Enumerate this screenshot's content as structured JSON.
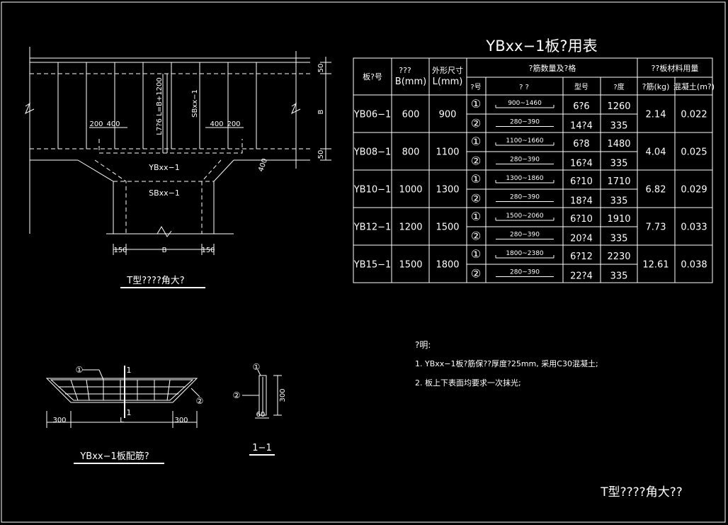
{
  "title": "YBxx−1板?用表",
  "table": {
    "headers": {
      "plate_no": "板?号",
      "b_top": "???",
      "b_bottom": "B(mm)",
      "l_top": "外形尺寸",
      "l_bottom": "L(mm)",
      "rebar_group": "?筋数量及?格",
      "rebar_no": "?号",
      "rebar_shape": "?  ?",
      "rebar_type": "型号",
      "rebar_len": "?度",
      "material_group": "??板材料用量",
      "steel": "?筋(kg)",
      "concrete": "混凝土(m?)"
    },
    "rows": [
      {
        "id": "YB06−1",
        "b": "600",
        "l": "900",
        "r1_no": "①",
        "r1_shape": "900~1460",
        "r1_type": "6?6",
        "r1_len": "1260",
        "r2_no": "②",
        "r2_shape": "280~390",
        "r2_type": "14?4",
        "r2_len": "335",
        "steel": "2.14",
        "concrete": "0.022"
      },
      {
        "id": "YB08−1",
        "b": "800",
        "l": "1100",
        "r1_no": "①",
        "r1_shape": "1100~1660",
        "r1_type": "6?8",
        "r1_len": "1480",
        "r2_no": "②",
        "r2_shape": "280~390",
        "r2_type": "16?4",
        "r2_len": "335",
        "steel": "4.04",
        "concrete": "0.025"
      },
      {
        "id": "YB10−1",
        "b": "1000",
        "l": "1300",
        "r1_no": "①",
        "r1_shape": "1300~1860",
        "r1_type": "6?10",
        "r1_len": "1710",
        "r2_no": "②",
        "r2_shape": "280~390",
        "r2_type": "18?4",
        "r2_len": "335",
        "steel": "6.82",
        "concrete": "0.029"
      },
      {
        "id": "YB12−1",
        "b": "1200",
        "l": "1500",
        "r1_no": "①",
        "r1_shape": "1500~2060",
        "r1_type": "6?10",
        "r1_len": "1910",
        "r2_no": "②",
        "r2_shape": "280~390",
        "r2_type": "20?4",
        "r2_len": "335",
        "steel": "7.73",
        "concrete": "0.033"
      },
      {
        "id": "YB15−1",
        "b": "1500",
        "l": "1800",
        "r1_no": "①",
        "r1_shape": "1800~2380",
        "r1_type": "6?12",
        "r1_len": "2230",
        "r2_no": "②",
        "r2_shape": "280~390",
        "r2_type": "22?4",
        "r2_len": "335",
        "steel": "12.61",
        "concrete": "0.038"
      }
    ]
  },
  "plan": {
    "caption": "T型????角大?",
    "label_rebar": "L7?6 L=B+1200",
    "label_sb_vertical": "SBxx−1",
    "label_yb": "YBxx−1",
    "label_sb": "SBxx−1",
    "dim_200_left": "200",
    "dim_400_left": "400",
    "dim_400_right": "400",
    "dim_200_right": "200",
    "dim_50_top": "50",
    "dim_b_right": "B",
    "dim_50_mid": "50",
    "dim_400_diag": "400",
    "dim_150_left": "150",
    "dim_b_bottom": "B",
    "dim_150_right": "150"
  },
  "detail": {
    "caption": "YBxx−1板配筋?",
    "marker_1": "①",
    "marker_2": "②",
    "section_top": "1",
    "section_bottom": "1",
    "dim_300_left": "300",
    "dim_l": "L",
    "dim_300_right": "300"
  },
  "section": {
    "caption": "1−1",
    "marker_1": "①",
    "marker_2": "②",
    "dim_300": "300",
    "dim_60": "60"
  },
  "notes": {
    "heading": "?明:",
    "line1": "1. YBxx−1板?筋保??厚度?25mm, 采用C30混凝土;",
    "line2": "2. 板上下表面均要求一次抹光;"
  },
  "sheet_title": "T型????角大??"
}
